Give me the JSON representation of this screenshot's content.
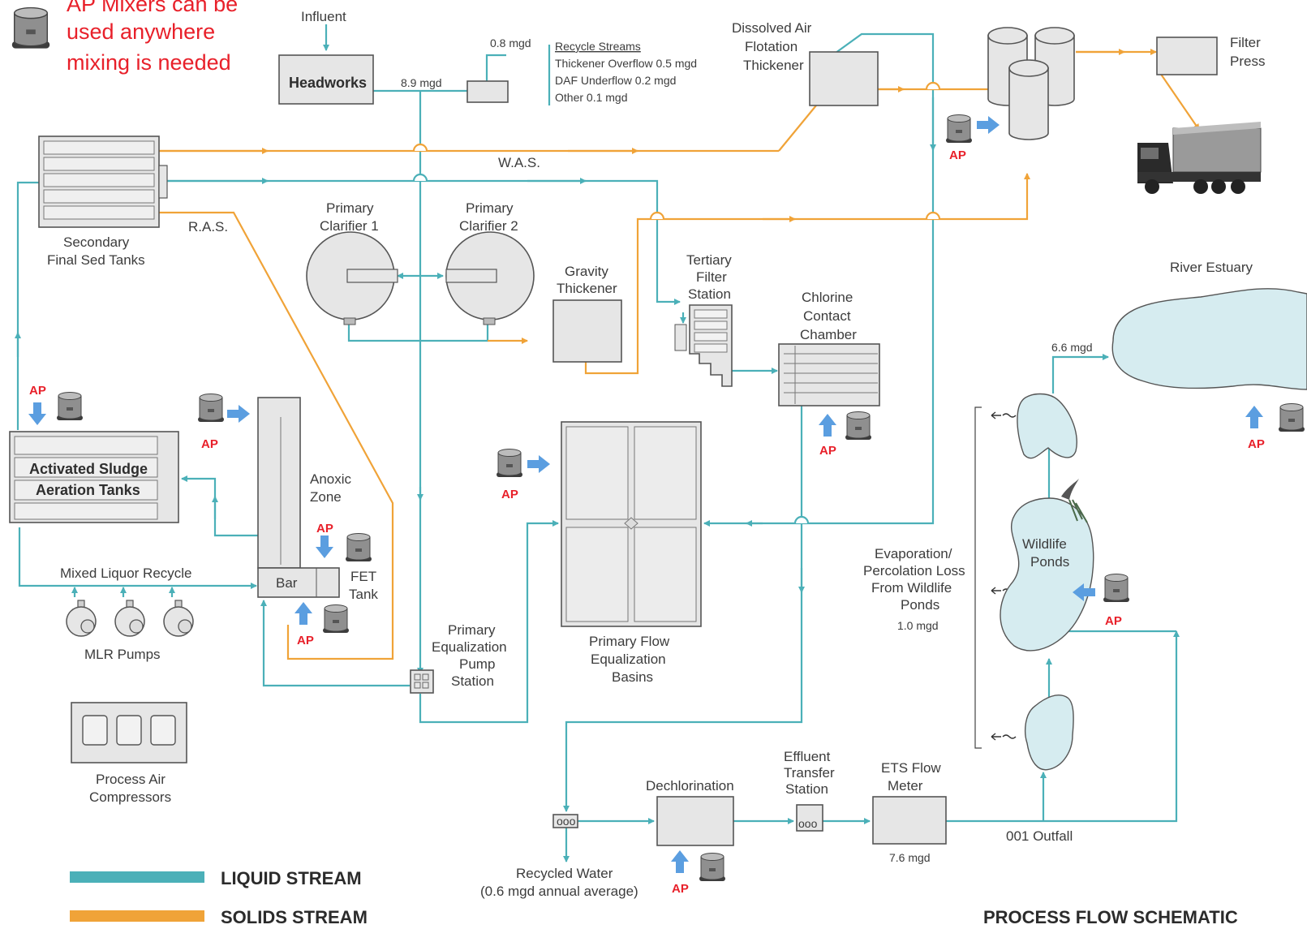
{
  "header": {
    "note_lines": [
      "AP Mixers can be",
      "used anywhere",
      "mixing is needed"
    ]
  },
  "colors": {
    "liquid": "#4bb0b8",
    "solids": "#f0a338",
    "accent": "#e8202a",
    "arrow_blue": "#5b9ee0"
  },
  "labels": {
    "influent": "Influent",
    "headworks": "Headworks",
    "flow_89": "8.9 mgd",
    "flow_08": "0.8 mgd",
    "recycle_title": "Recycle Streams",
    "recycle_1": "Thickener Overflow 0.5 mgd",
    "recycle_2": "DAF Underflow 0.2 mgd",
    "recycle_3": "Other 0.1 mgd",
    "daf_1": "Dissolved Air",
    "daf_2": "Flotation",
    "daf_3": "Thickener",
    "filter_1": "Filter",
    "filter_2": "Press",
    "was": "W.A.S.",
    "ras": "R.A.S.",
    "sec_1": "Secondary",
    "sec_2": "Final Sed Tanks",
    "pc1_1": "Primary",
    "pc1_2": "Clarifier 1",
    "pc2_1": "Primary",
    "pc2_2": "Clarifier 2",
    "grav_1": "Gravity",
    "grav_2": "Thickener",
    "tert_1": "Tertiary",
    "tert_2": "Filter",
    "tert_3": "Station",
    "chl_1": "Chlorine",
    "chl_2": "Contact",
    "chl_3": "Chamber",
    "river": "River Estuary",
    "flow_66": "6.6 mgd",
    "as_1": "Activated Sludge",
    "as_2": "Aeration Tanks",
    "anox_1": "Anoxic",
    "anox_2": "Zone",
    "bar": "Bar",
    "fet_1": "FET",
    "fet_2": "Tank",
    "mlr": "Mixed Liquor Recycle",
    "mlr_pumps": "MLR Pumps",
    "peps_1": "Primary",
    "peps_2": "Equalization",
    "peps_3": "Pump",
    "peps_4": "Station",
    "pfe_1": "Primary Flow",
    "pfe_2": "Equalization",
    "pfe_3": "Basins",
    "evap_1": "Evaporation/",
    "evap_2": "Percolation Loss",
    "evap_3": "From Wildlife",
    "evap_4": "Ponds",
    "flow_10": "1.0 mgd",
    "wild_1": "Wildlife",
    "wild_2": "Ponds",
    "comp_1": "Process Air",
    "comp_2": "Compressors",
    "dechl": "Dechlorination",
    "ets_1": "Effluent",
    "ets_2": "Transfer",
    "ets_3": "Station",
    "etsf_1": "ETS Flow",
    "etsf_2": "Meter",
    "flow_76": "7.6 mgd",
    "outfall": "001 Outfall",
    "recyc_1": "Recycled Water",
    "recyc_2": "(0.6 mgd annual average)",
    "ap": "AP"
  },
  "legend": {
    "liquid": "LIQUID STREAM",
    "solids": "SOLIDS STREAM"
  },
  "footer": {
    "title": "PROCESS FLOW SCHEMATIC"
  }
}
